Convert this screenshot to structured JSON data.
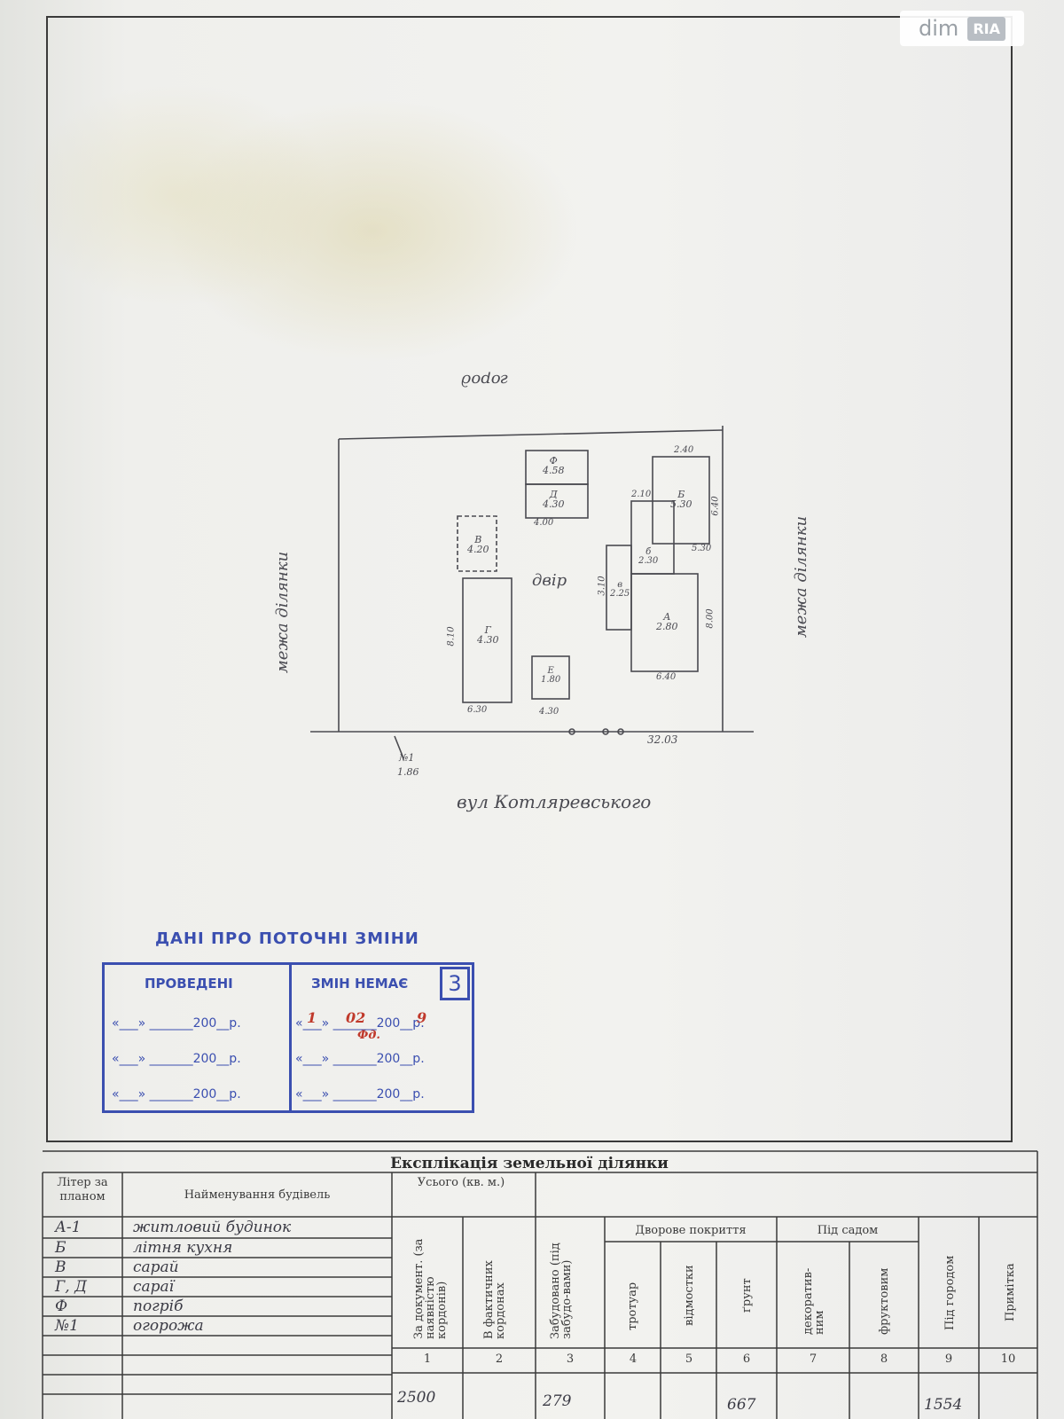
{
  "watermark": {
    "brand": "dim",
    "badge": "RIA"
  },
  "plan": {
    "north_label": "город",
    "west_label": "межа ділянки",
    "east_label": "межа ділянки",
    "street_label": "вул Котляревського",
    "yard_label": "двір",
    "frontage": "32.03",
    "gate_marker": "№1",
    "gate_value": "1.86",
    "buildings": [
      {
        "letter": "Ф",
        "area": "4.58"
      },
      {
        "letter": "Д",
        "area": "4.30"
      },
      {
        "letter": "В",
        "area": "4.20"
      },
      {
        "letter": "Г",
        "area": "4.30"
      },
      {
        "letter": "Б",
        "area": "5.30"
      },
      {
        "letter": "б",
        "area": "2.30"
      },
      {
        "letter": "в",
        "area": "2.25"
      },
      {
        "letter": "А",
        "area": "2.80"
      },
      {
        "letter": "Е",
        "area": "1.80"
      }
    ],
    "dims": [
      "2.40",
      "4.00",
      "6.30",
      "6.40",
      "5.30",
      "8.00",
      "8.10",
      "6.40",
      "4.30",
      "3.10",
      "2.10"
    ]
  },
  "stamp": {
    "title": "ДАНІ ПРО ПОТОЧНІ ЗМІНИ",
    "left_head": "ПРОВЕДЕНІ",
    "right_head": "ЗМІН НЕМАЄ",
    "number": "3",
    "row_template": "«___» _______200__р.",
    "filled_day": "1",
    "filled_month": "02",
    "filled_year": "9",
    "filled_note": "Фд."
  },
  "table": {
    "title": "Експлікація земельної ділянки",
    "headers": {
      "letter": "Літер за планом",
      "name": "Найменування будівель",
      "total": "Усього (кв. м.)",
      "by_document": "За документ. (за наявністю кордонів)",
      "by_actual": "В фактичних кордонах",
      "built": "Забудовано (під забудо-вами)",
      "yard_cover": "Дворове покриття",
      "sidewalk": "тротуар",
      "blind_area": "відмостки",
      "soil": "ґрунт",
      "under_garden": "Під садом",
      "non_fruit": "декоратив-ним",
      "fruit": "фруктовим",
      "under_vegetable": "Під городом",
      "note": "Примітка"
    },
    "col_numbers": [
      "1",
      "2",
      "3",
      "4",
      "5",
      "6",
      "7",
      "8",
      "9",
      "10"
    ],
    "rows": [
      {
        "letter": "А-1",
        "name": "житловий будинок"
      },
      {
        "letter": "Б",
        "name": "літня кухня"
      },
      {
        "letter": "В",
        "name": "сарай"
      },
      {
        "letter": "Г, Д",
        "name": "сараї"
      },
      {
        "letter": "Ф",
        "name": "погріб"
      },
      {
        "letter": "№1",
        "name": "огорожа"
      }
    ],
    "totals": {
      "by_document": "2500",
      "built": "279",
      "soil": "667",
      "under_vegetable": "1554"
    }
  }
}
